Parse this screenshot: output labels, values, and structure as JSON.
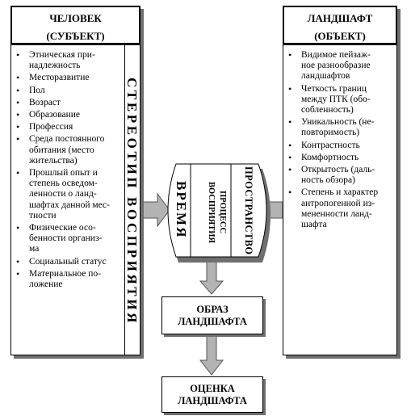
{
  "left_panel": {
    "title_line1": "ЧЕЛОВЕК",
    "title_line2": "(СУБЪЕКТ)",
    "items": [
      "Этническая принадлежность",
      "Месторазвитие",
      "Пол",
      "Возраст",
      "Образование",
      "Профессия",
      "Среда постоянного обитания (место жительства)",
      "Прошлый опыт и степень осведомленности о ландшафтах данной местности",
      "Физические особенности организма",
      "Социальный статус",
      "Материальное положение"
    ],
    "item_lines": [
      [
        "Этническая при-",
        "надлежность"
      ],
      [
        "Месторазвитие"
      ],
      [
        "Пол"
      ],
      [
        "Возраст"
      ],
      [
        "Образование"
      ],
      [
        "Профессия"
      ],
      [
        "Среда постоянного",
        "обитания (место",
        "жительства)"
      ],
      [
        "Прошлый опыт и",
        "степень осведом-",
        "ленности о ланд-",
        "шафтах данной мес-",
        "тности"
      ],
      [
        "Физические осо-",
        "бенности организ-",
        "ма"
      ],
      [
        "Социальный статус"
      ],
      [
        "Материальное по-",
        "ложение"
      ]
    ],
    "vertical_label": "СТЕРЕОТИП ВОСПРИЯТИЯ"
  },
  "right_panel": {
    "title_line1": "ЛАНДШАФТ",
    "title_line2": "(ОБЪЕКТ)",
    "item_lines": [
      [
        "Видимое пейзаж-",
        "ное разнообразие",
        "ландшафтов"
      ],
      [
        "Четкость границ",
        "между ПТК (обо-",
        "собленность)"
      ],
      [
        "Уникальность (не-",
        "повторимость)"
      ],
      [
        "Контрастность"
      ],
      [
        "Комфортность"
      ],
      [
        "Открытость (даль-",
        "ность обзора)"
      ],
      [
        "Степень и характер",
        "антропогенной из-",
        "мененности ланд-",
        "шафта"
      ]
    ]
  },
  "center": {
    "time_label": "ВРЕМЯ",
    "process_label": "ПРОЦЕСС ВОСПРИЯТИЯ",
    "space_label": "ПРОСТРАНСТВО"
  },
  "image_box": {
    "line1": "ОБРАЗ",
    "line2": "ЛАНДШАФТА"
  },
  "rating_box": {
    "line1": "ОЦЕНКА",
    "line2": "ЛАНДШАФТА"
  },
  "colors": {
    "arrow_fill": "#b3b3b3",
    "arrow_stroke": "#555555",
    "shadow": "#6f6f6f"
  }
}
